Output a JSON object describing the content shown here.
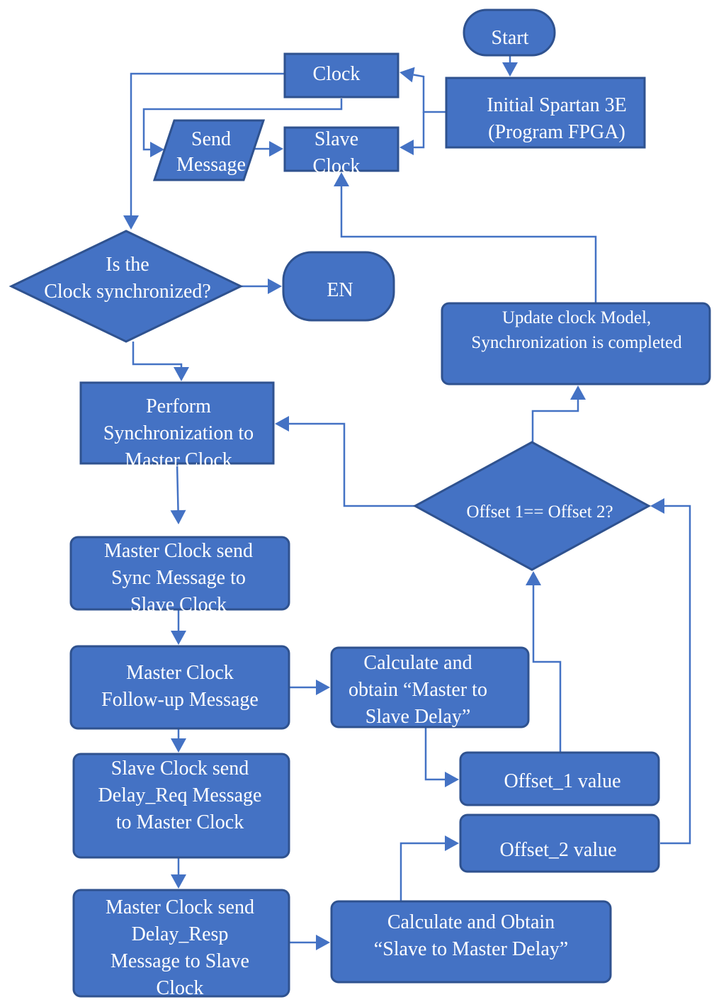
{
  "colors": {
    "node_fill": "#4472C4",
    "node_stroke": "#2F528F",
    "edge": "#4472C4",
    "text": "#FFFFFF",
    "background": "#FFFFFF"
  },
  "nodes": {
    "start": {
      "shape": "terminator",
      "lines": [
        "Start"
      ]
    },
    "init": {
      "shape": "process",
      "lines": [
        "Initial Spartan 3E",
        "(Program FPGA)"
      ]
    },
    "clock": {
      "shape": "process",
      "lines": [
        "Clock"
      ]
    },
    "send_message": {
      "shape": "data",
      "lines": [
        "Send",
        "Message"
      ]
    },
    "slave_clock": {
      "shape": "process",
      "lines": [
        "Slave",
        "Clock"
      ]
    },
    "is_sync": {
      "shape": "decision",
      "lines": [
        "Is the",
        "Clock synchronized?"
      ]
    },
    "end": {
      "shape": "terminator",
      "lines": [
        "EN"
      ]
    },
    "perform_sync": {
      "shape": "process",
      "lines": [
        "Perform",
        "Synchronization to",
        "Master Clock"
      ]
    },
    "master_sync": {
      "shape": "process",
      "lines": [
        "Master Clock send",
        "Sync Message to",
        "Slave Clock"
      ]
    },
    "master_followup": {
      "shape": "process",
      "lines": [
        "Master Clock",
        "Follow-up Message"
      ]
    },
    "slave_delay_req": {
      "shape": "process",
      "lines": [
        "Slave Clock send",
        "Delay_Req Message",
        "to Master Clock"
      ]
    },
    "master_delay_resp": {
      "shape": "process",
      "lines": [
        "Master Clock send",
        "Delay_Resp",
        "Message to Slave",
        "Clock"
      ]
    },
    "calc_m2s": {
      "shape": "process",
      "lines": [
        "Calculate and",
        "obtain “Master to",
        "Slave Delay”"
      ]
    },
    "offset1": {
      "shape": "process",
      "lines": [
        "Offset_1 value"
      ]
    },
    "offset2": {
      "shape": "process",
      "lines": [
        "Offset_2 value"
      ]
    },
    "calc_s2m": {
      "shape": "process",
      "lines": [
        "Calculate and  Obtain",
        "“Slave to Master Delay”"
      ]
    },
    "offset_compare": {
      "shape": "decision",
      "lines": [
        "Offset 1== Offset 2?"
      ]
    },
    "update_model": {
      "shape": "process",
      "lines": [
        "Update clock Model,",
        "Synchronization is completed"
      ]
    }
  },
  "edges": [
    {
      "from": "start",
      "to": "init"
    },
    {
      "from": "init",
      "to": "clock"
    },
    {
      "from": "init",
      "to": "slave_clock"
    },
    {
      "from": "clock",
      "to": "send_message"
    },
    {
      "from": "send_message",
      "to": "slave_clock"
    },
    {
      "from": "clock",
      "to": "is_sync"
    },
    {
      "from": "is_sync",
      "to": "end"
    },
    {
      "from": "is_sync",
      "to": "perform_sync"
    },
    {
      "from": "perform_sync",
      "to": "master_sync"
    },
    {
      "from": "master_sync",
      "to": "master_followup"
    },
    {
      "from": "master_followup",
      "to": "slave_delay_req"
    },
    {
      "from": "slave_delay_req",
      "to": "master_delay_resp"
    },
    {
      "from": "master_followup",
      "to": "calc_m2s"
    },
    {
      "from": "calc_m2s",
      "to": "offset1"
    },
    {
      "from": "master_delay_resp",
      "to": "calc_s2m"
    },
    {
      "from": "calc_s2m",
      "to": "offset2"
    },
    {
      "from": "offset1",
      "to": "offset_compare"
    },
    {
      "from": "offset2",
      "to": "offset_compare"
    },
    {
      "from": "offset_compare",
      "to": "perform_sync"
    },
    {
      "from": "offset_compare",
      "to": "update_model"
    },
    {
      "from": "update_model",
      "to": "slave_clock"
    }
  ]
}
